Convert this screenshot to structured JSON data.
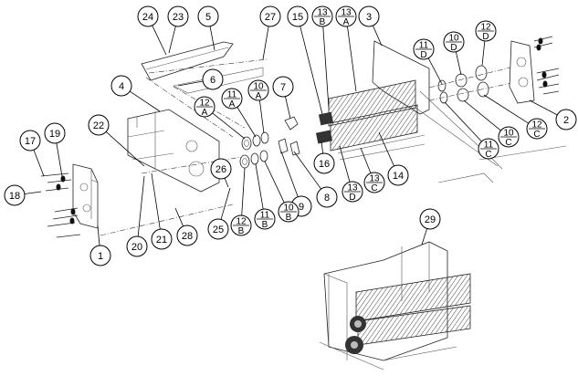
{
  "diagram": {
    "main_assembly": "exploded-view",
    "detail_assembly_label": "29",
    "callouts": [
      {
        "id": "c24",
        "num": "24"
      },
      {
        "id": "c23",
        "num": "23"
      },
      {
        "id": "c5",
        "num": "5"
      },
      {
        "id": "c27",
        "num": "27"
      },
      {
        "id": "c15",
        "num": "15"
      },
      {
        "id": "c13b",
        "num": "13",
        "sub": "B"
      },
      {
        "id": "c13a",
        "num": "13",
        "sub": "A"
      },
      {
        "id": "c3",
        "num": "3"
      },
      {
        "id": "c11d",
        "num": "11",
        "sub": "D"
      },
      {
        "id": "c10d",
        "num": "10",
        "sub": "D"
      },
      {
        "id": "c12d",
        "num": "12",
        "sub": "D"
      },
      {
        "id": "c2",
        "num": "2"
      },
      {
        "id": "c12c",
        "num": "12",
        "sub": "C"
      },
      {
        "id": "c10c",
        "num": "10",
        "sub": "C"
      },
      {
        "id": "c11c",
        "num": "11",
        "sub": "C"
      },
      {
        "id": "c14",
        "num": "14"
      },
      {
        "id": "c13c",
        "num": "13",
        "sub": "C"
      },
      {
        "id": "c13d",
        "num": "13",
        "sub": "D"
      },
      {
        "id": "c16",
        "num": "16"
      },
      {
        "id": "c8",
        "num": "8"
      },
      {
        "id": "c9",
        "num": "9"
      },
      {
        "id": "c10b",
        "num": "10",
        "sub": "B"
      },
      {
        "id": "c11b",
        "num": "11",
        "sub": "B"
      },
      {
        "id": "c12b",
        "num": "12",
        "sub": "B"
      },
      {
        "id": "c25",
        "num": "25"
      },
      {
        "id": "c26",
        "num": "26"
      },
      {
        "id": "c28",
        "num": "28"
      },
      {
        "id": "c21",
        "num": "21"
      },
      {
        "id": "c20",
        "num": "20"
      },
      {
        "id": "c1",
        "num": "1"
      },
      {
        "id": "c18",
        "num": "18"
      },
      {
        "id": "c17",
        "num": "17"
      },
      {
        "id": "c19",
        "num": "19"
      },
      {
        "id": "c22",
        "num": "22"
      },
      {
        "id": "c4",
        "num": "4"
      },
      {
        "id": "c6",
        "num": "6"
      },
      {
        "id": "c12a",
        "num": "12",
        "sub": "A"
      },
      {
        "id": "c11a",
        "num": "11",
        "sub": "A"
      },
      {
        "id": "c10a",
        "num": "10",
        "sub": "A"
      },
      {
        "id": "c7",
        "num": "7"
      },
      {
        "id": "c29",
        "num": "29"
      }
    ]
  }
}
